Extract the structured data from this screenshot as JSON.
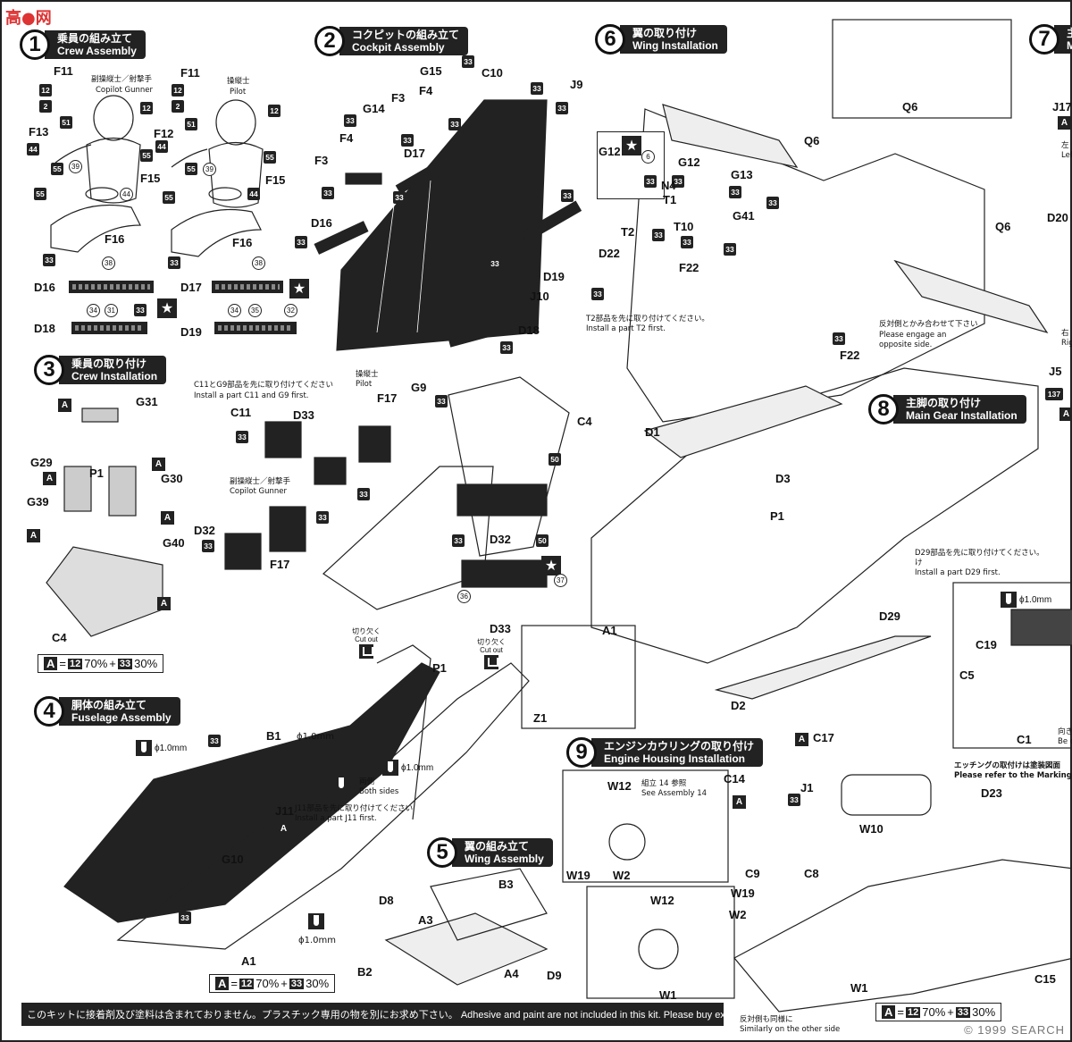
{
  "watermark_top": "高●网",
  "watermark_bottom": "© 1999 SEARCH",
  "footer": "このキットに接着剤及び塗料は含まれておりません。プラスチック専用の物を別にお求め下さい。 Adhesive and paint are not included in this kit. Please buy exclusive use of plastic.",
  "steps": [
    {
      "num": "1",
      "jp": "乗員の組み立て",
      "en": "Crew Assembly"
    },
    {
      "num": "2",
      "jp": "コクピットの組み立て",
      "en": "Cockpit Assembly"
    },
    {
      "num": "3",
      "jp": "乗員の取り付け",
      "en": "Crew Installation"
    },
    {
      "num": "4",
      "jp": "胴体の組み立て",
      "en": "Fuselage Assembly"
    },
    {
      "num": "5",
      "jp": "翼の組み立て",
      "en": "Wing Assembly"
    },
    {
      "num": "6",
      "jp": "翼の取り付け",
      "en": "Wing Installation"
    },
    {
      "num": "7",
      "jp": "主",
      "en": "M"
    },
    {
      "num": "8",
      "jp": "主脚の取り付け",
      "en": "Main Gear Installation"
    },
    {
      "num": "9",
      "jp": "エンジンカウリングの取り付け",
      "en": "Engine Housing Installation"
    }
  ],
  "mix_formula": {
    "letter": "A",
    "c1": "12",
    "p1": "70%",
    "plus": "+",
    "c2": "33",
    "p2": "30%"
  },
  "notes": {
    "copilot_jp": "副操縦士／射撃手",
    "copilot_en": "Copilot Gunner",
    "pilot_jp": "操縦士",
    "pilot_en": "Pilot",
    "c11g9_jp": "C11とG9部品を先に取り付けてください",
    "c11g9_en": "Install a part C11 and G9 first.",
    "t2_jp": "T2部品を先に取り付けてください。",
    "t2_en": "Install a part T2 first.",
    "opp_jp": "反対側とかみ合わせて下さい",
    "opp_en1": "Please engage an",
    "opp_en2": "opposite side.",
    "d29_jp": "D29部品を先に取り付けてください。",
    "d29_en": "Install a part D29 first.",
    "j11_jp": "J11部品を先に取り付けてください",
    "j11_en": "Install a part J11 first.",
    "both_jp": "両側",
    "both_en": "Both sides",
    "cut_jp": "切り欠く",
    "cut_en": "Cut out",
    "see14_jp": "組立 14 参照",
    "see14_en": "See Assembly 14",
    "etch_jp": "エッチングの取付けは塗装図面",
    "etch_en": "Please refer to the Marking",
    "similar_jp": "反対側も同様に",
    "similar_en": "Similarly on the other side",
    "left_jp": "左",
    "left_en": "Left",
    "right_jp": "右",
    "right_en": "Rig",
    "becar": "Be ca",
    "muki": "向き",
    "d1mm": "ϕ1.0mm"
  },
  "labels": {
    "F11a": "F11",
    "F11b": "F11",
    "F13": "F13",
    "F12": "F12",
    "F15a": "F15",
    "F15b": "F15",
    "F16a": "F16",
    "F16b": "F16",
    "D16a": "D16",
    "D17a": "D17",
    "D18a": "D18",
    "D19a": "D19",
    "G15": "G15",
    "C10": "C10",
    "F4a": "F4",
    "F3a": "F3",
    "G14": "G14",
    "D17b": "D17",
    "F4b": "F4",
    "F3b": "F3",
    "D16b": "D16",
    "J9": "J9",
    "D19b": "D19",
    "J10": "J10",
    "D18b": "D18",
    "G31": "G31",
    "G29": "G29",
    "P1a": "P1",
    "G30": "G30",
    "G39": "G39",
    "G40": "G40",
    "C4a": "C4",
    "C11": "C11",
    "D33a": "D33",
    "F17a": "F17",
    "G9": "G9",
    "C4b": "C4",
    "D32a": "D32",
    "F17b": "F17",
    "D32b": "D32",
    "D33b": "D33",
    "A1a": "A1",
    "Z1": "Z1",
    "B1": "B1",
    "P1b": "P1",
    "J11": "J11",
    "G10": "G10",
    "A1b": "A1",
    "D8": "D8",
    "B3": "B3",
    "A3": "A3",
    "B2": "B2",
    "A4": "A4",
    "D9": "D9",
    "Q6a": "Q6",
    "Q6b": "Q6",
    "Q6c": "Q6",
    "G12a": "G12",
    "G12b": "G12",
    "G13": "G13",
    "N4": "N4",
    "T1": "T1",
    "G41": "G41",
    "T2": "T2",
    "T10": "T10",
    "D22": "D22",
    "F22a": "F22",
    "F22b": "F22",
    "J17": "J17",
    "D20": "D20",
    "J5": "J5",
    "D1": "D1",
    "D3": "D3",
    "P1c": "P1",
    "D29": "D29",
    "D2": "D2",
    "C19": "C19",
    "C5": "C5",
    "C1": "C1",
    "W12a": "W12",
    "W19a": "W19",
    "W2a": "W2",
    "W12b": "W12",
    "W1a": "W1",
    "C17": "C17",
    "C14": "C14",
    "J1": "J1",
    "D23": "D23",
    "W10": "W10",
    "C9": "C9",
    "C8": "C8",
    "W19b": "W19",
    "W2b": "W2",
    "W1b": "W1",
    "C15": "C15"
  },
  "colors": {
    "c12": "12",
    "c2": "2",
    "c51": "51",
    "c44": "44",
    "c55": "55",
    "c39": "39",
    "c33": "33",
    "c6": "6",
    "c38": "38",
    "c34": "34",
    "c31": "31",
    "c35": "35",
    "c32": "32",
    "c36": "36",
    "c37": "37",
    "c50": "50",
    "c137": "137"
  },
  "accent": "#222222"
}
